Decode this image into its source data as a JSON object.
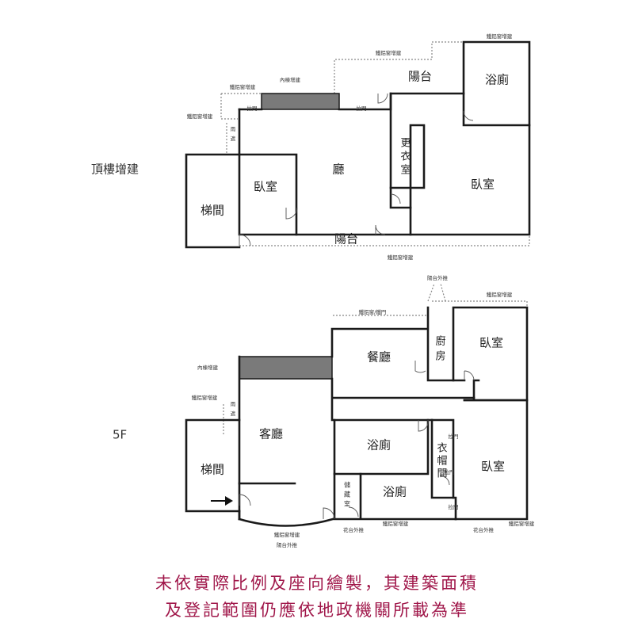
{
  "top_floor": {
    "label": "頂樓增建",
    "rooms": {
      "balcony_top": "陽台",
      "bath": "浴廁",
      "bedroom_small": "臥室",
      "living": "廳",
      "closet": [
        "更",
        "衣",
        "室"
      ],
      "bedroom_large": "臥室",
      "stairs": "梯間",
      "balcony_bottom": "陽台"
    },
    "notes": {
      "iron_window_top_right": "鐵鋁窗增建",
      "iron_window_top": "鐵鋁窗增建",
      "inner_building": "內棟增建",
      "iron_window_left_top": "鐵鋁窗增建",
      "iron_window_left": "鐵鋁窗增建",
      "rain_shelter": [
        "雨",
        "遮"
      ],
      "eaves_left": "拉門",
      "eaves_right": "拉門",
      "iron_window_bottom": "鐵鋁窗增建"
    }
  },
  "fifth_floor": {
    "label": "5F",
    "rooms": {
      "dining": "餐廳",
      "kitchen": [
        "廚",
        "房"
      ],
      "bedroom_upper": "臥室",
      "living": "客廳",
      "stairs": "梯間",
      "bath_upper": "浴廁",
      "wardrobe": [
        "衣",
        "帽",
        "間"
      ],
      "bedroom_lower": "臥室",
      "storage": [
        "儲",
        "藏",
        "室"
      ],
      "bath_lower": "浴廁"
    },
    "notes": {
      "balcony_out_top": "陽台外推",
      "iron_window_top_right": "鐵鋁窗增建",
      "iron_door": "鐵鋁窗/鐵門",
      "inner_building": "內棟增建",
      "iron_window_left": "鐵鋁窗增建",
      "rain_shelter": [
        "雨",
        "遮"
      ],
      "door_a": "拉門",
      "door_b": "拉門",
      "door_c": "拉門",
      "iron_window_bottom_left": "鐵鋁窗增建",
      "balcony_out_bottom": "陽台外推",
      "planter_out_left": "花台外推",
      "iron_window_bottom_mid": "鐵鋁窗增建",
      "planter_out_right": "花台外推",
      "iron_window_bottom_right": "鐵鋁窗增建"
    }
  },
  "disclaimer": {
    "line1": "未依實際比例及座向繪製，其建築面積",
    "line2": "及登記範圍仍應依地政機關所載為準"
  },
  "colors": {
    "wall": "#1a1a1a",
    "shade": "#7a7a7a",
    "disclaimer": "#a0174a"
  }
}
